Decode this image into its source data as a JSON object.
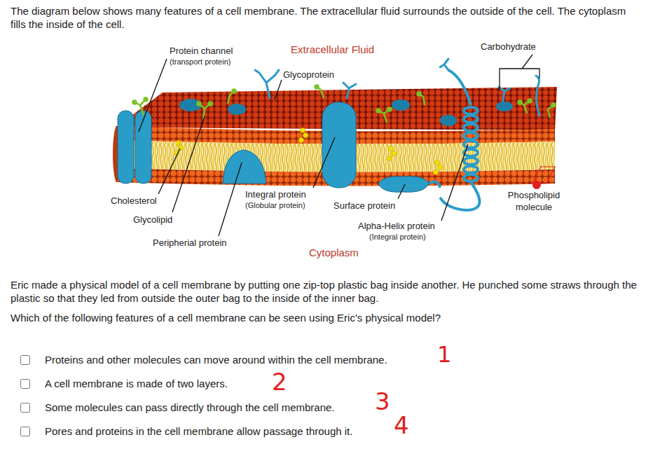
{
  "diagram": {
    "labels": [
      "The diagram below shows many features of a cell membrane. The extracellular fluid surrounds the outside of the cell. The cytoplasm fills the inside of the cell.",
      "Protein channel",
      "(transport protein)",
      "Extracellular Fluid",
      "Carbohydrate",
      "Glycoprotein",
      "Cholesterol",
      "Integral protein",
      "(Globular protein)",
      "Surface protein",
      "Phospholipid molecule",
      "Glycolipid",
      "Alpha-Helix protein",
      "(Integral protein)",
      "Peripherial protein",
      "Cytoplasm",
      "Eric made a physical model of a cell membrane by putting one zip-top plastic bag inside another. He punched some straws through the plastic so that they led from outside the outer bag to the inside of the inner bag.",
      "Which of the following features of a cell membrane can be seen using Eric's physical model?",
      "Proteins and other molecules can move around within the cell membrane.",
      "A cell membrane is made of two layers.",
      "Some molecules can pass directly through the cell membrane.",
      "Pores and proteins in the cell membrane allow passage through it.",
      "1",
      "2",
      "3",
      "4"
    ]
  }
}
